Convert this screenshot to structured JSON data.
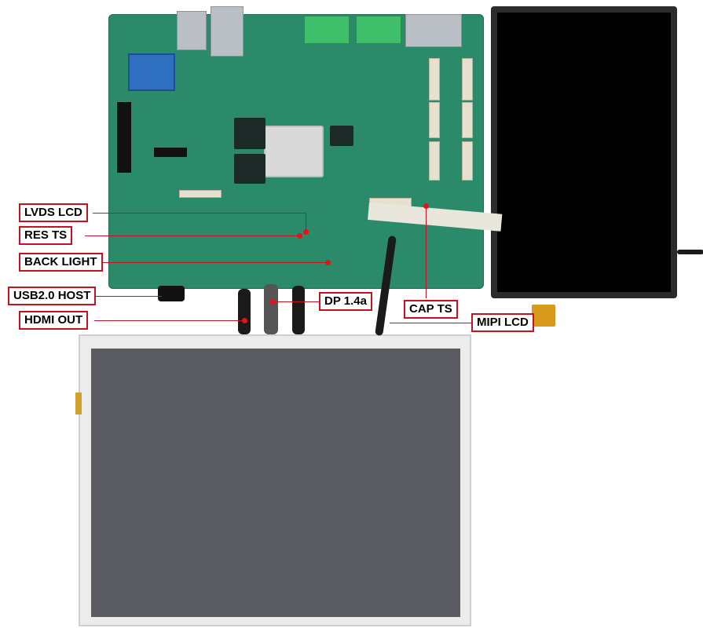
{
  "labels": {
    "lvds_lcd": "LVDS LCD",
    "res_ts": "RES TS",
    "back_light": "BACK LIGHT",
    "usb_host": "USB2.0 HOST",
    "hdmi_out": "HDMI OUT",
    "dp": "DP 1.4a",
    "cap_ts": "CAP TS",
    "mipi_lcd": "MIPI LCD"
  },
  "colors": {
    "label_border": "#c41220",
    "board": "#2a8a6a",
    "lvds_screen": "#5b5c61",
    "mipi_screen": "#000000"
  }
}
